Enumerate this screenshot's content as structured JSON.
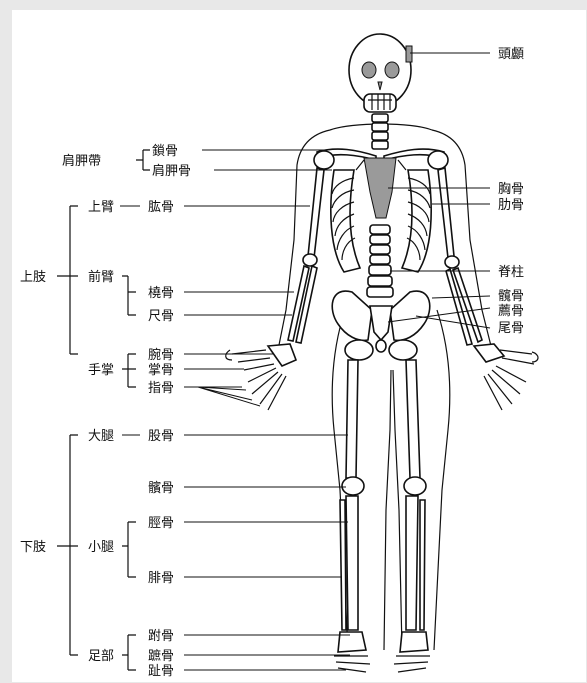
{
  "labels": {
    "skull": "頭顱",
    "shoulder_girdle": "肩胛帶",
    "clavicle": "鎖骨",
    "scapula": "肩胛骨",
    "sternum": "胸骨",
    "ribs": "肋骨",
    "upper_arm": "上臂",
    "humerus": "肱骨",
    "spine": "脊柱",
    "upper_limb": "上肢",
    "forearm": "前臂",
    "radius": "橈骨",
    "ulna": "尺骨",
    "hip_bone": "髖骨",
    "sacrum": "薦骨",
    "coccyx": "尾骨",
    "hand": "手掌",
    "carpals": "腕骨",
    "metacarpals": "掌骨",
    "phalanges": "指骨",
    "thigh": "大腿",
    "femur": "股骨",
    "patella": "髕骨",
    "lower_limb": "下肢",
    "lower_leg": "小腿",
    "tibia": "脛骨",
    "fibula": "腓骨",
    "foot": "足部",
    "tarsals": "跗骨",
    "metatarsals": "蹠骨",
    "toe_bones": "趾骨"
  }
}
